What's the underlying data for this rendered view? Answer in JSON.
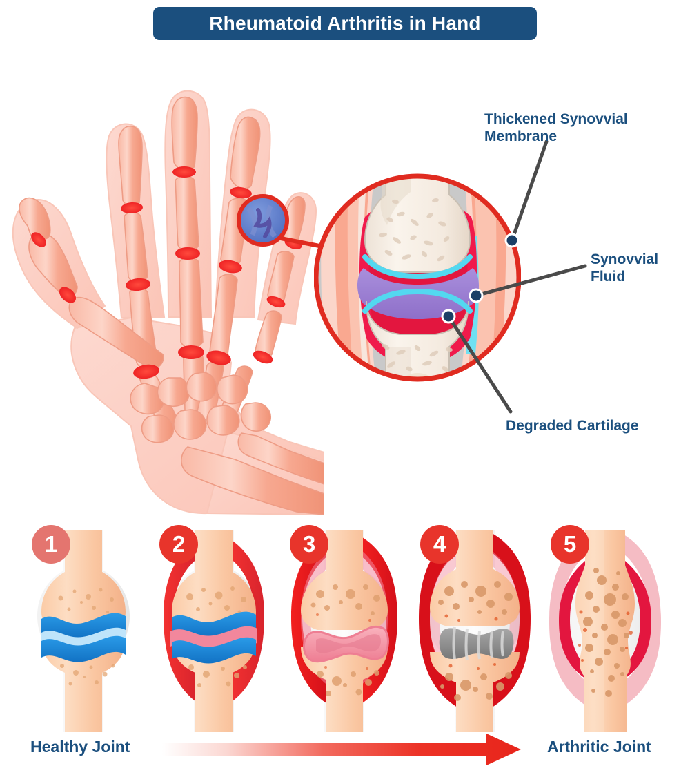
{
  "title": {
    "text": "Rheumatoid Arthritis in Hand",
    "banner_color": "#1B4F7E",
    "text_color": "#FFFFFF"
  },
  "palette": {
    "navy": "#1B4F7E",
    "navy_dot": "#1B3F66",
    "leader_line": "#4A4A4A",
    "red_ring": "#E02B20",
    "skin_light": "#FBC9BC",
    "bone_peach": "#F7A58F",
    "inflamed_red": "#ED1C24",
    "callout_blue": "#5576C6",
    "badge_light": "#E4756F",
    "badge_red": "#E8342B",
    "cartilage_blue": "#1E8FE0",
    "synovial_purple": "#A07DD6",
    "cyan_line": "#53D8F0",
    "bone_cream": "#F6EFE6",
    "grey_bg": "#C9C9C9",
    "erosion_grey": "#8D8D8D",
    "pink_cartilage": "#F2949F"
  },
  "hand_diagram": {
    "name": "rheumatoid-hand-skeleton",
    "description": "Dorsal view of hand with skin silhouette, phalanges, metacarpals, carpals, radius and ulna; inflamed joints highlighted in red",
    "inflamed_joint_count": 14
  },
  "callout": {
    "small_circle_label": "affected finger joint",
    "magnified_circle_label": "cross-section of inflamed joint",
    "labels": [
      {
        "id": "membrane",
        "text": "Thickened Synovvial\nMembrane",
        "line1": "Thickened Synovvial",
        "line2": "Membrane"
      },
      {
        "id": "fluid",
        "text": "Synovvial Fluid",
        "line1": "Synovvial",
        "line2": "Fluid"
      },
      {
        "id": "cartilage",
        "text": "Degraded Cartilage",
        "line1": "Degraded Cartilage",
        "line2": ""
      }
    ]
  },
  "progression": {
    "arrow_from": "Healthy Joint",
    "arrow_to": "Arthritic Joint",
    "stages": [
      {
        "number": "1",
        "name": "healthy-joint",
        "badge_color": "#E4756F",
        "description": "Intact blue cartilage, normal joint space, no inflammation"
      },
      {
        "number": "2",
        "name": "early-synovitis",
        "badge_color": "#E8342B",
        "description": "Cartilage intact, inflamed red capsule, pink thickened synovium"
      },
      {
        "number": "3",
        "name": "cartilage-degradation",
        "badge_color": "#E8342B",
        "description": "Cartilage degraded to pink band, marked red inflammation, bone cysts"
      },
      {
        "number": "4",
        "name": "bone-erosion",
        "badge_color": "#E8342B",
        "description": "Grey fibrous pannus, eroded bone ends, deep red inflammation"
      },
      {
        "number": "5",
        "name": "ankylosis",
        "badge_color": "#E8342B",
        "description": "Joint space obliterated, bones fused, extensive cystic change"
      }
    ]
  }
}
